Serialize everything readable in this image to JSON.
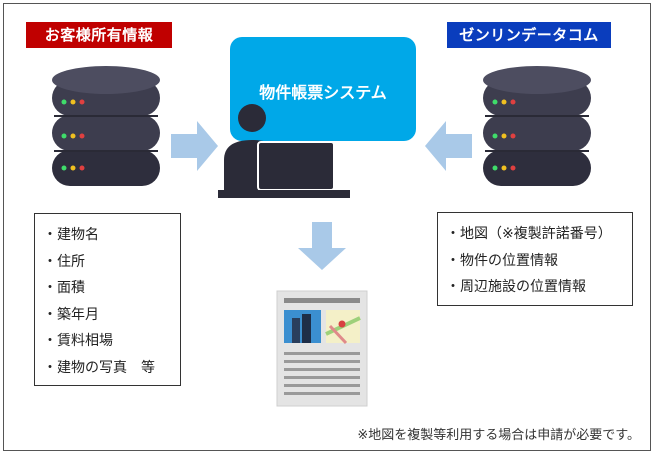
{
  "left_source": {
    "label": "お客様所有情報",
    "items": [
      "建物名",
      "住所",
      "面積",
      "築年月",
      "賃料相場",
      "建物の写真　等"
    ]
  },
  "right_source": {
    "label": "ゼンリンデータコム",
    "items": [
      "地図（※複製許諾番号）",
      "物件の位置情報",
      "周辺施設の位置情報"
    ]
  },
  "system": {
    "title": "物件帳票システム"
  },
  "bullet": "・",
  "footnote": "※地図を複製等利用する場合は申請が必要です。",
  "colors": {
    "left_label_bg": "#c00000",
    "right_label_bg": "#0a3dbd",
    "system_bg": "#00a8e8",
    "arrow": "#a9c9e8",
    "server": "#3d3d4e"
  }
}
